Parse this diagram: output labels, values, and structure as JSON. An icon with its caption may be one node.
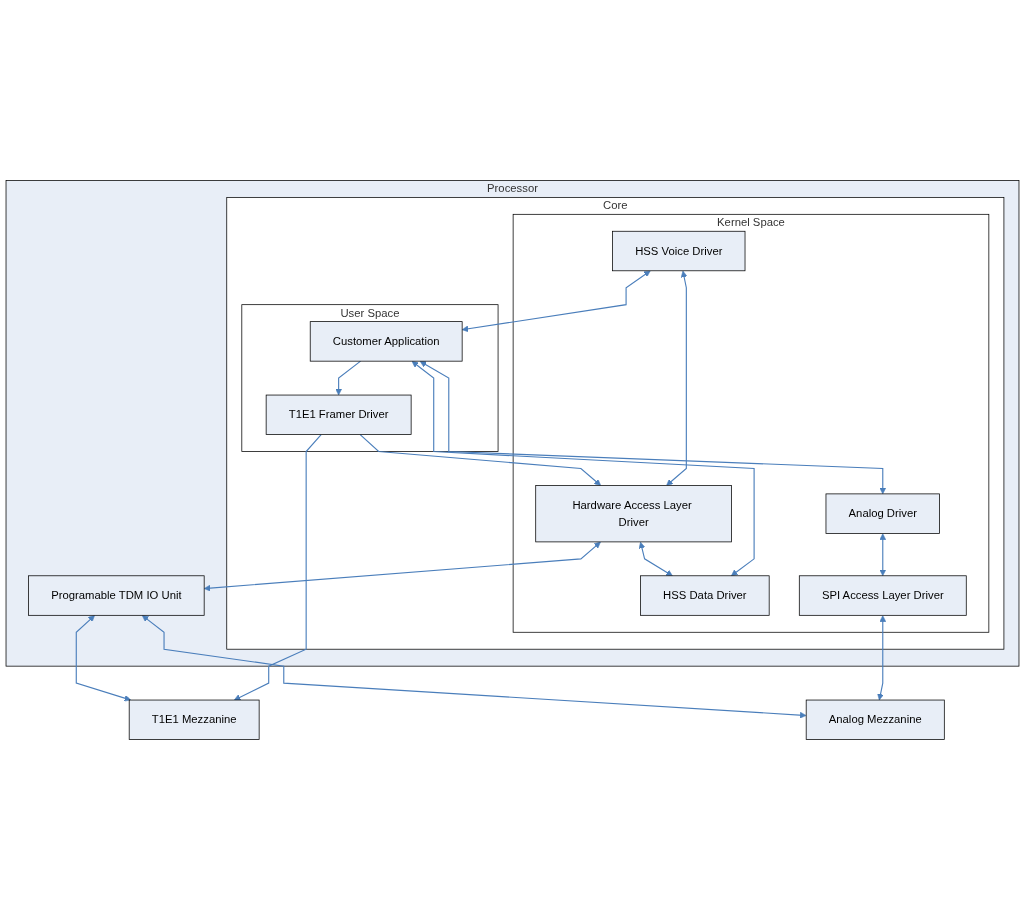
{
  "diagram": {
    "nodes": [
      {
        "text": [
          "Processor"
        ]
      },
      {
        "text": [
          "Core"
        ],
        "in": 0
      },
      {
        "text": [
          "User Space"
        ],
        "in": 1
      },
      {
        "text": [
          "Customer Application"
        ],
        "in": 2
      },
      {
        "text": [
          "T1E1 Framer Driver"
        ],
        "in": 2
      },
      {
        "text": [
          "Kernel Space"
        ],
        "in": 1
      },
      {
        "text": [
          "HSS Voice Driver"
        ],
        "in": 5
      },
      {
        "text": [
          "Analog Driver"
        ],
        "in": 5
      },
      {
        "text": [
          "HSS Data Driver"
        ],
        "in": 5
      },
      {
        "text": [
          "Hardware Access Layer Driver"
        ],
        "in": 5
      },
      {
        "text": [
          "SPI Access Layer Driver"
        ],
        "in": 5
      },
      {
        "text": [
          "Programable TDM IO Unit"
        ],
        "in": 0
      },
      {
        "text": [
          "T1E1 Mezzanine"
        ]
      },
      {
        "text": [
          "Analog Mezzanine"
        ]
      }
    ],
    "edges": [
      {
        "from": 3,
        "to": 4,
        "arrow": "to"
      },
      {
        "from": 6,
        "to": 3,
        "arrow": "both"
      },
      {
        "from": 3,
        "to": 7,
        "arrow": "both"
      },
      {
        "from": 3,
        "to": 8,
        "arrow": "both"
      },
      {
        "from": 6,
        "to": 9,
        "arrow": "both"
      },
      {
        "from": 4,
        "to": 9,
        "arrow": "to"
      },
      {
        "from": 9,
        "to": 8,
        "arrow": "both"
      },
      {
        "from": 7,
        "to": 10,
        "arrow": "both"
      },
      {
        "from": 9,
        "to": 11,
        "arrow": "both"
      },
      {
        "from": 4,
        "to": 12,
        "arrow": "to"
      },
      {
        "from": 10,
        "to": 13,
        "arrow": "both"
      },
      {
        "from": 11,
        "to": 12,
        "arrow": "both"
      },
      {
        "from": 11,
        "to": 13,
        "arrow": "both"
      }
    ]
  }
}
